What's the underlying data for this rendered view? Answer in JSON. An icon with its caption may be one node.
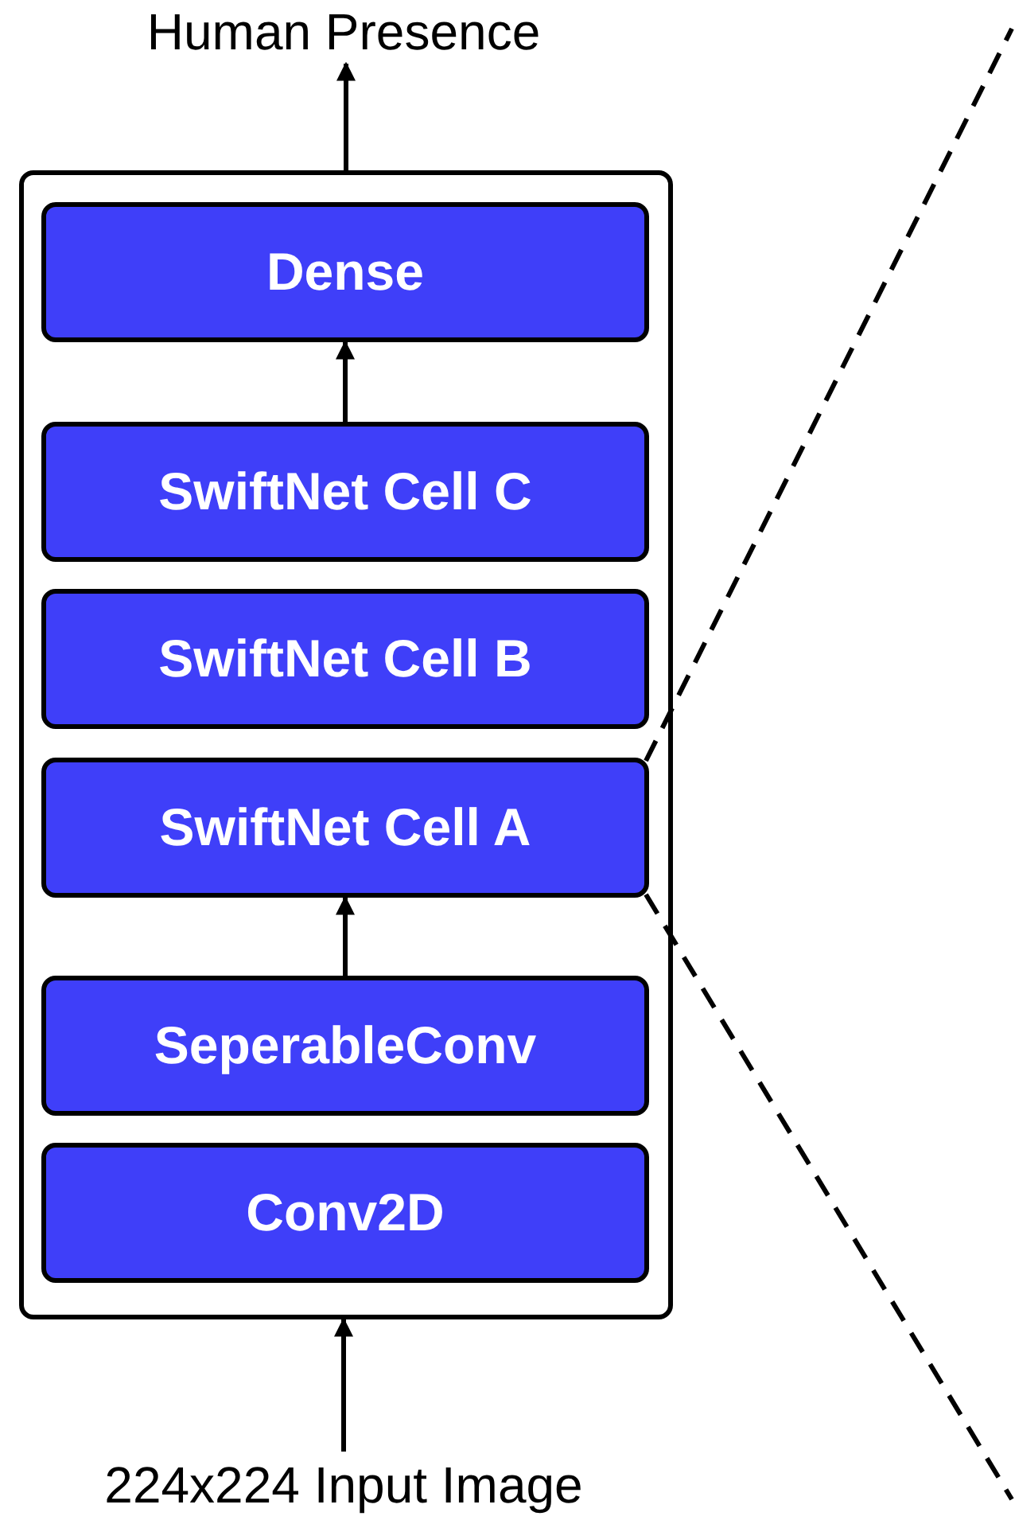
{
  "diagram": {
    "nodes": [
      {
        "text": [],
        "shape": "box"
      },
      {
        "text": [
          "Dense"
        ],
        "in": 0
      },
      {
        "text": [
          "SwiftNet Cell C"
        ],
        "in": 0
      },
      {
        "text": [
          "SwiftNet Cell B"
        ],
        "in": 0
      },
      {
        "text": [
          "SwiftNet Cell A"
        ],
        "in": 0
      },
      {
        "text": [
          "SeperableConv"
        ],
        "in": 0
      },
      {
        "text": [
          "Conv2D"
        ],
        "in": 0
      },
      {
        "text": [
          "Human Presence"
        ]
      },
      {
        "text": [
          "224x224 Input Image"
        ]
      }
    ],
    "edges": [
      {
        "from": 8,
        "to": 0,
        "arrow": "to"
      },
      {
        "from": 5,
        "to": 4,
        "arrow": "to"
      },
      {
        "from": 2,
        "to": 1,
        "arrow": "to"
      },
      {
        "from": 0,
        "to": 7,
        "arrow": "to"
      },
      {
        "from": 4,
        "to": null,
        "arrow": "none",
        "style": "dashed"
      },
      {
        "from": 4,
        "to": null,
        "arrow": "none",
        "style": "dashed"
      }
    ]
  }
}
